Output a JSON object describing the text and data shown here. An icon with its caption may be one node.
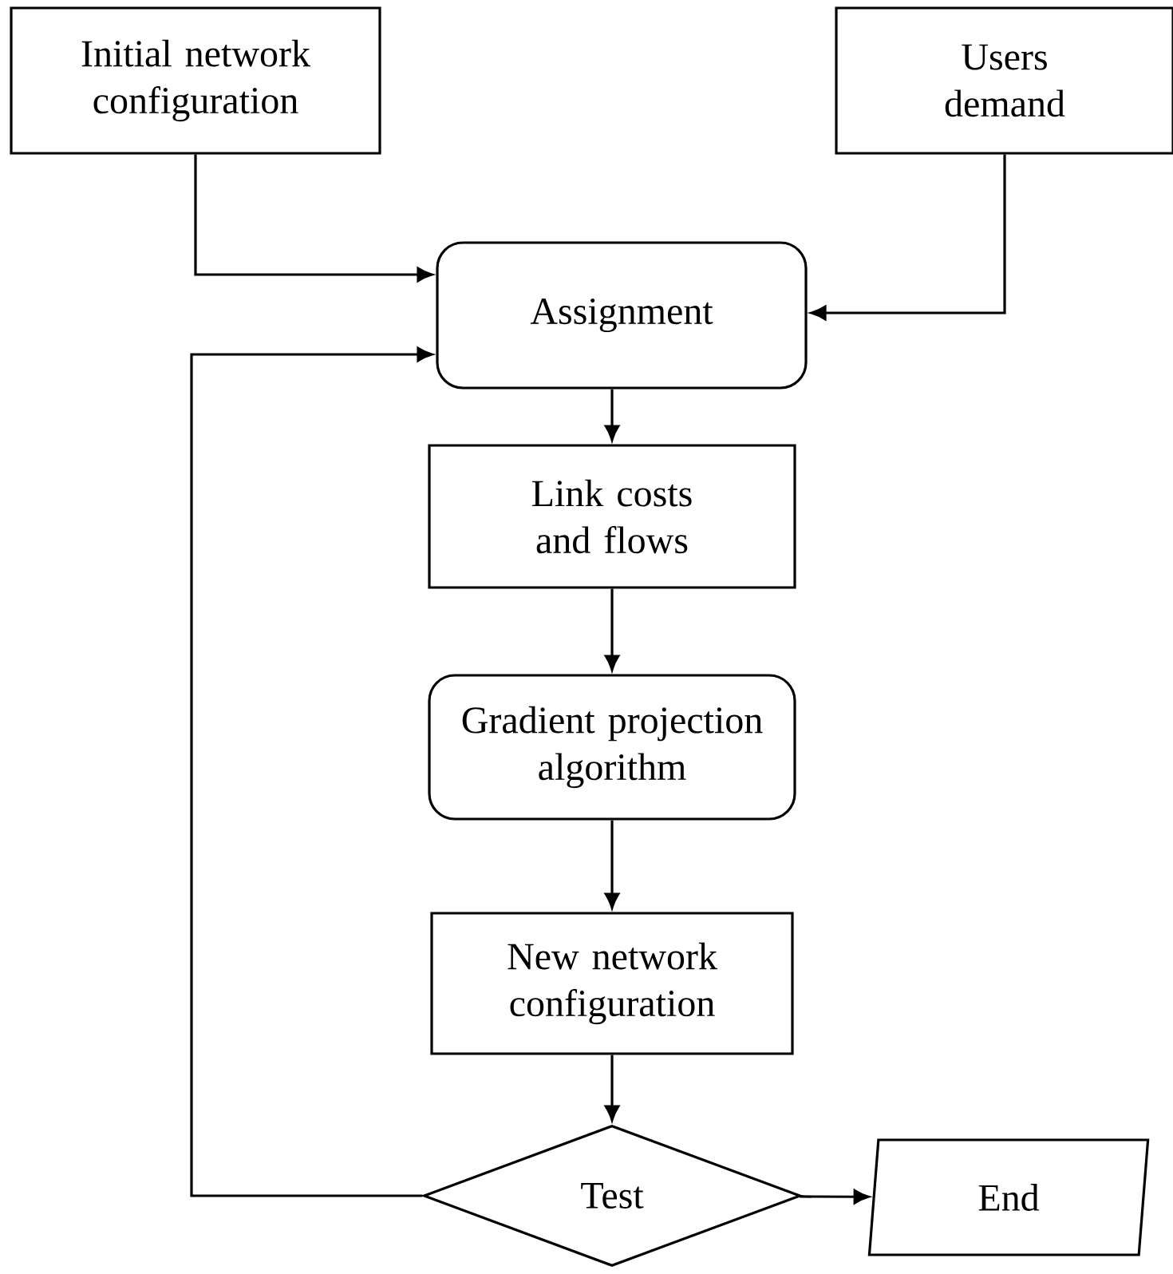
{
  "diagram": {
    "nodes": [
      {
        "text": [
          "Initial network configuration"
        ]
      },
      {
        "text": [
          "Users demand"
        ]
      },
      {
        "text": [
          "Assignment"
        ]
      },
      {
        "text": [
          "Link costs and flows"
        ]
      },
      {
        "text": [
          "Gradient projection algorithm"
        ]
      },
      {
        "text": [
          "New network configuration"
        ]
      },
      {
        "text": [
          "Test"
        ]
      },
      {
        "text": [
          "End"
        ]
      }
    ],
    "edges": [
      {
        "from": 0,
        "to": 2,
        "arrow": "to"
      },
      {
        "from": 1,
        "to": 2,
        "arrow": "to"
      },
      {
        "from": 2,
        "to": 3,
        "arrow": "to"
      },
      {
        "from": 3,
        "to": 4,
        "arrow": "to"
      },
      {
        "from": 4,
        "to": 5,
        "arrow": "to"
      },
      {
        "from": 5,
        "to": 6,
        "arrow": "to"
      },
      {
        "from": 6,
        "to": 2,
        "arrow": "to"
      },
      {
        "from": 6,
        "to": 7,
        "arrow": "to"
      }
    ]
  }
}
